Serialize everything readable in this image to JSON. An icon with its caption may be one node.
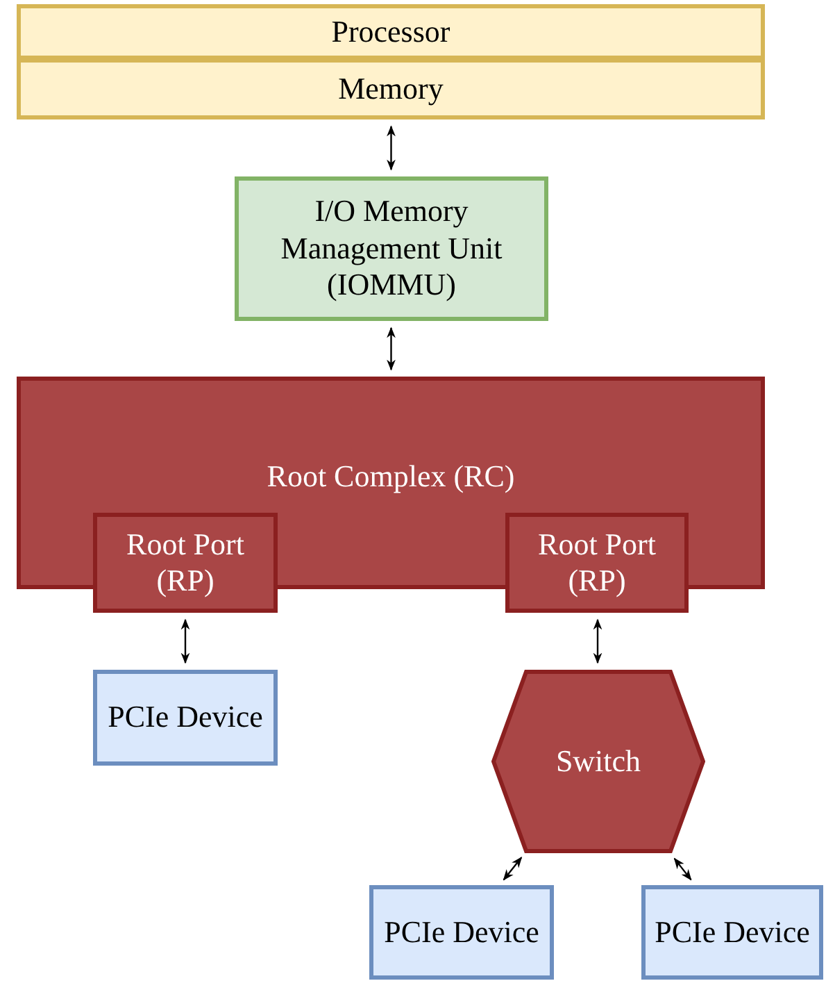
{
  "diagram": {
    "nodes": [
      {
        "text": [
          "Processor"
        ]
      },
      {
        "text": [
          "Memory"
        ]
      },
      {
        "text": [
          "I/O Memory Management Unit (IOMMU)"
        ]
      },
      {
        "text": [
          "Root Complex (RC)"
        ]
      },
      {
        "text": [
          "Root Port (RP)"
        ]
      },
      {
        "text": [
          "Root Port (RP)"
        ]
      },
      {
        "text": [
          "PCIe Device"
        ]
      },
      {
        "text": [
          "Switch"
        ]
      },
      {
        "text": [
          "PCIe Device"
        ]
      },
      {
        "text": [
          "PCIe Device"
        ]
      }
    ],
    "edges": [
      {
        "from": 1,
        "to": 2,
        "arrow": "both"
      },
      {
        "from": 2,
        "to": 3,
        "arrow": "both"
      },
      {
        "from": 4,
        "to": 6,
        "arrow": "both"
      },
      {
        "from": 5,
        "to": 7,
        "arrow": "both"
      },
      {
        "from": 7,
        "to": 8,
        "arrow": "both"
      },
      {
        "from": 7,
        "to": 9,
        "arrow": "both"
      }
    ]
  }
}
